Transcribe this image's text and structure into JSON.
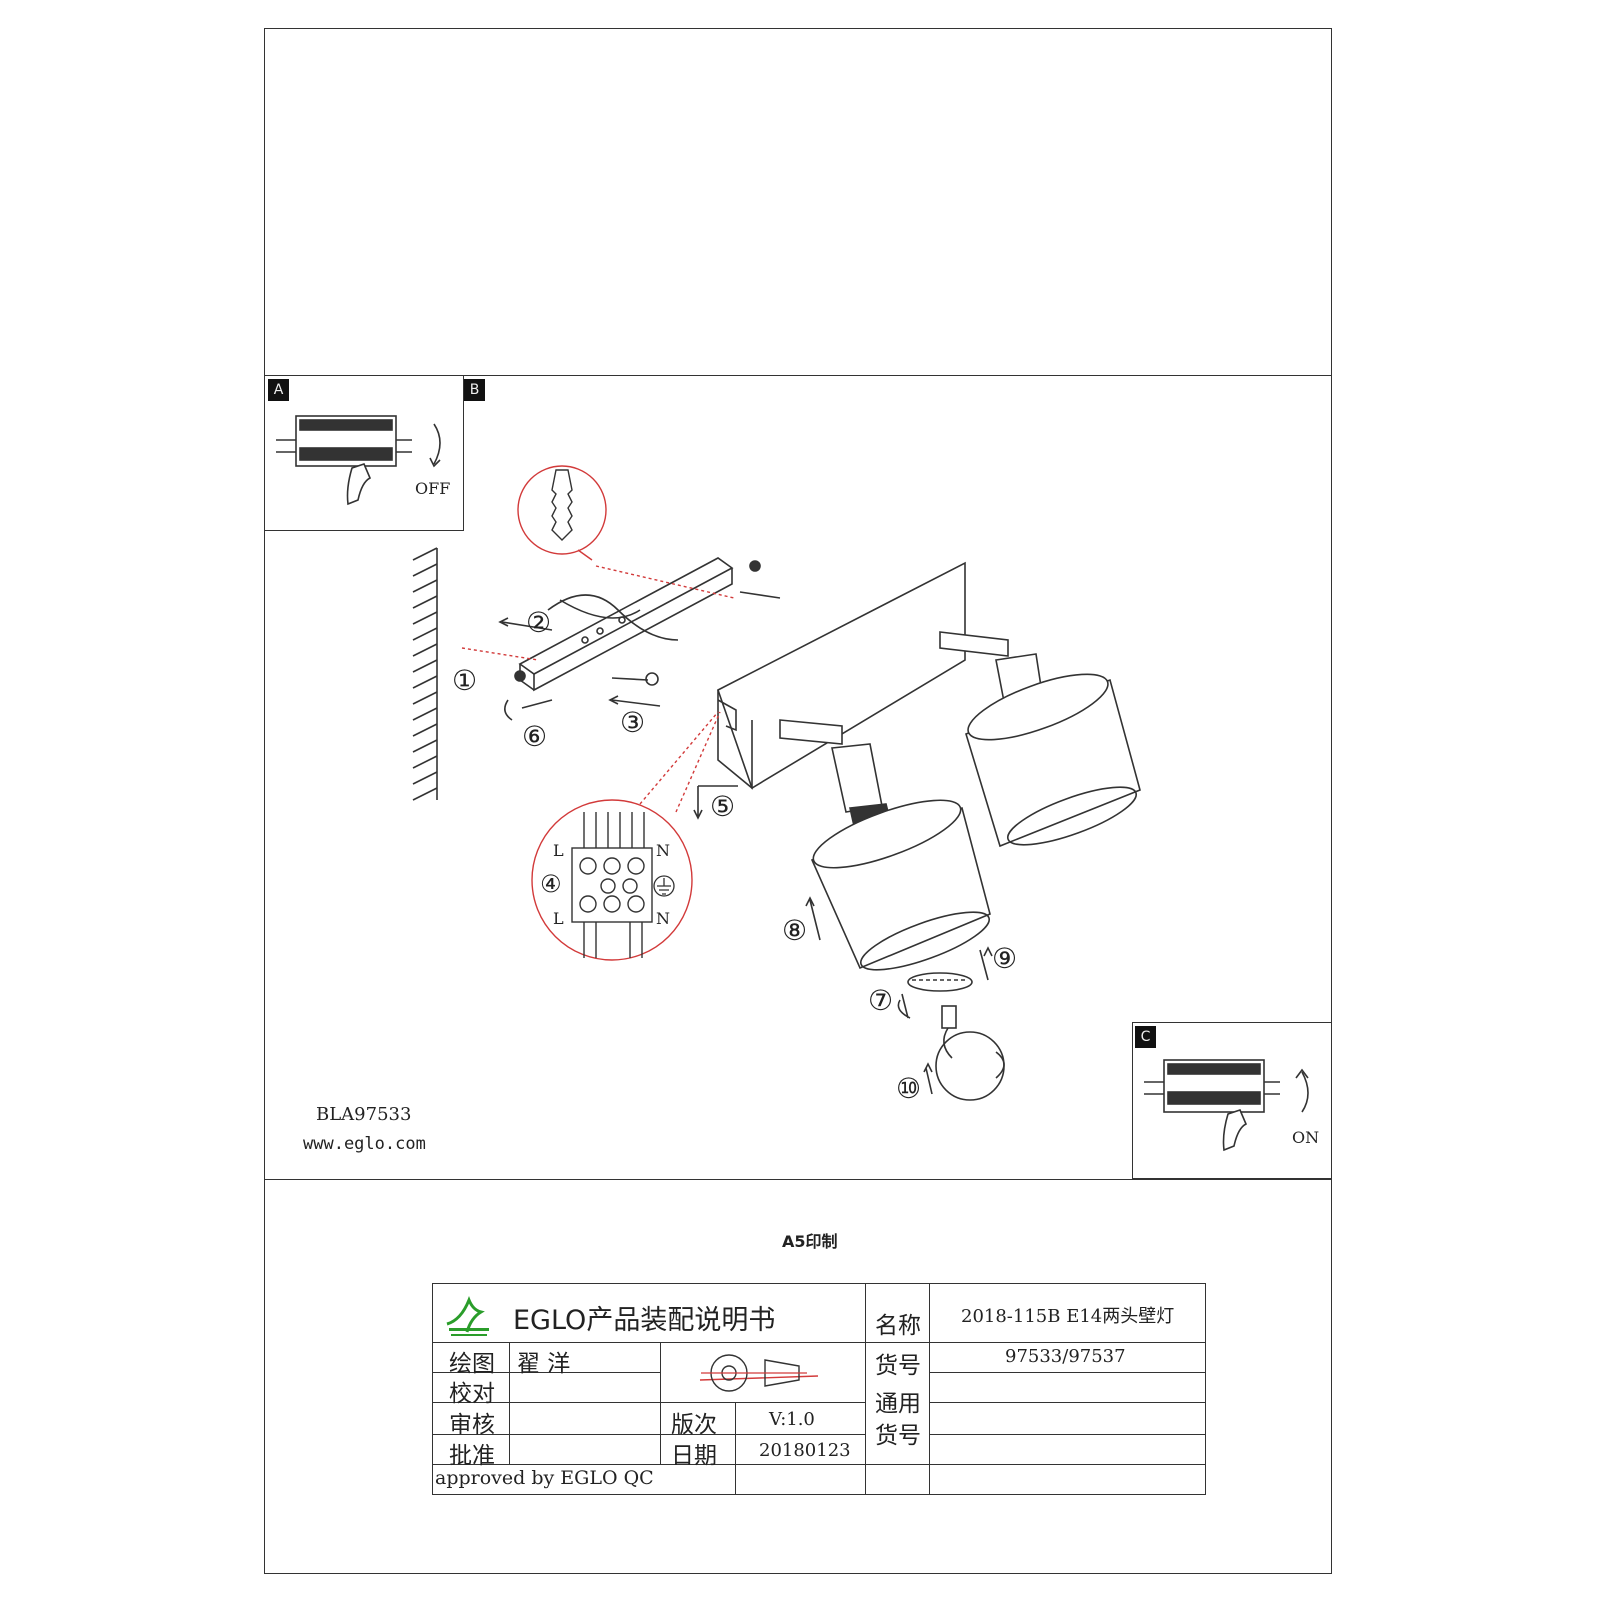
{
  "sections": {
    "a": {
      "tag": "A",
      "switch_label": "OFF"
    },
    "b": {
      "tag": "B"
    },
    "c": {
      "tag": "C",
      "switch_label": "ON"
    }
  },
  "steps": [
    "①",
    "②",
    "③",
    "④",
    "⑤",
    "⑥",
    "⑦",
    "⑧",
    "⑨",
    "⑩"
  ],
  "terminal": {
    "left": "L",
    "right": "N"
  },
  "model_code": "BLA97533",
  "website": "www.eglo.com",
  "print_note": "A5印制",
  "title_block": {
    "doc_title": "EGLO产品装配说明书",
    "drawn_by_label": "绘图",
    "drawn_by": "翟 洋",
    "checked_label": "校对",
    "reviewed_label": "审核",
    "approved_label": "批准",
    "version_label": "版次",
    "version": "V:1.0",
    "date_label": "日期",
    "date": "20180123",
    "name_label": "名称",
    "name": "2018-115B E14两头壁灯",
    "item_no_label": "货号",
    "item_no": "97533/97537",
    "universal_item_label_1": "通用",
    "universal_item_label_2": "货号",
    "approval_note": "approved by EGLO QC"
  },
  "colors": {
    "line": "#333333",
    "callout": "#d23a3a",
    "logo": "#2a9d2a"
  }
}
